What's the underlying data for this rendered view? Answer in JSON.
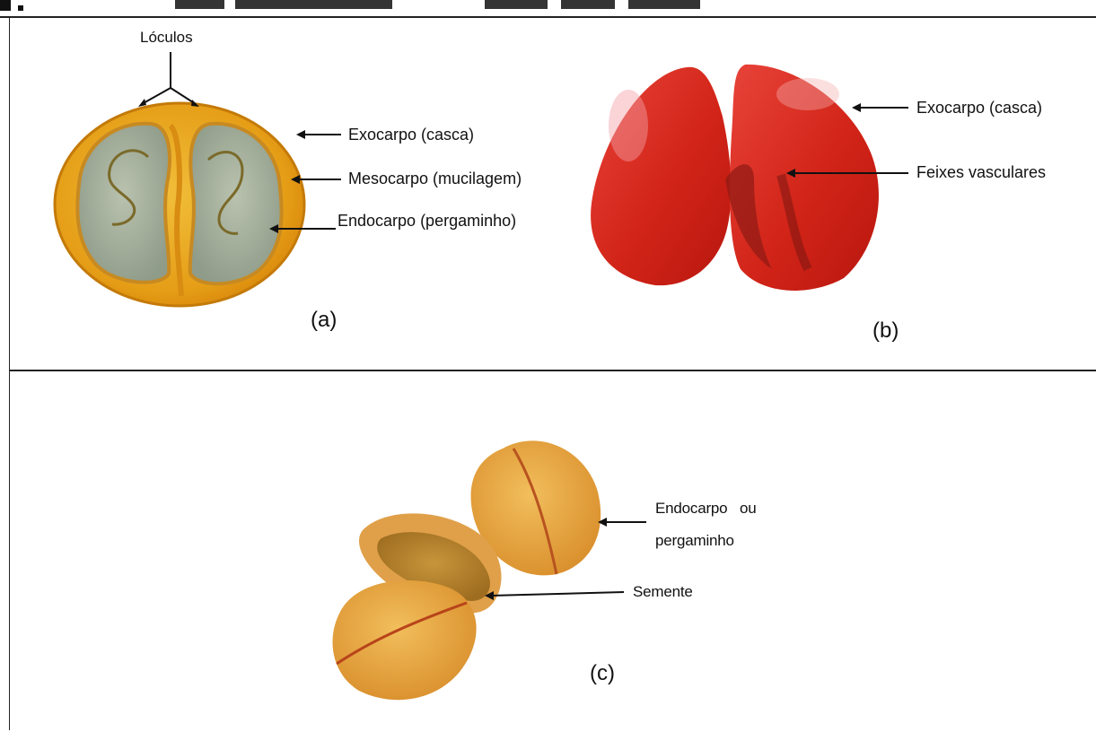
{
  "panel_a": {
    "caption": "(a)",
    "labels": {
      "loculos": "Lóculos",
      "exocarpo": "Exocarpo (casca)",
      "mesocarpo": "Mesocarpo (mucilagem)",
      "endocarpo": "Endocarpo (pergaminho)"
    }
  },
  "panel_b": {
    "caption": "(b)",
    "labels": {
      "exocarpo": "Exocarpo (casca)",
      "feixes": "Feixes vasculares"
    }
  },
  "panel_c": {
    "caption": "(c)",
    "labels": {
      "endocarpo_line1": "Endocarpo   ou",
      "endocarpo_line2": "pergaminho",
      "semente": "Semente"
    }
  },
  "colors": {
    "pulp_yellow": "#e9a51a",
    "seed_gray": "#a9b4a0",
    "cherry_red": "#d0281b",
    "bean_yellow": "#e7a43d",
    "line": "#111111"
  }
}
